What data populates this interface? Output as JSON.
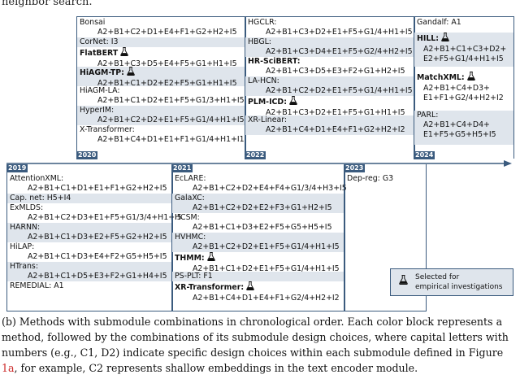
{
  "top_text": "neighbor search.",
  "axis_years": [
    "2019",
    "2020",
    "2021",
    "2022",
    "2023",
    "2024"
  ],
  "columns_top": [
    {
      "year": "2020",
      "methods": [
        {
          "name": "Bonsai",
          "combo": "A2+B1+C2+D1+E4+F1+G2+H2+I5",
          "bold": false,
          "flask": false
        },
        {
          "name": "CorNet: I3",
          "combo": "",
          "bold": false,
          "flask": false
        },
        {
          "name": "FlatBERT",
          "combo": "A2+B1+C3+D5+E4+F5+G1+H1+I5",
          "bold": true,
          "flask": true
        },
        {
          "name": "HiAGM-TP:",
          "combo": "A2+B1+C1+D2+E2+F5+G1+H1+I5",
          "bold": true,
          "flask": true
        },
        {
          "name": "HiAGM-LA:",
          "combo": "A2+B1+C1+D2+E1+F5+G1/3+H1+I5",
          "bold": false,
          "flask": false
        },
        {
          "name": "HyperIM:",
          "combo": "A2+B1+C2+D2+E1+F5+G1/4+H1+I5",
          "bold": false,
          "flask": false
        },
        {
          "name": "X-Transformer:",
          "combo": "A2+B1+C4+D1+E1+F1+G1/4+H1+I1",
          "bold": false,
          "flask": false
        }
      ]
    },
    {
      "year": "2022",
      "methods": [
        {
          "name": "HGCLR:",
          "combo": "A2+B1+C3+D2+E1+F5+G1/4+H1+I5",
          "bold": false,
          "flask": false
        },
        {
          "name": "HBGL:",
          "combo": "A2+B1+C3+D4+E1+F5+G2/4+H2+I5",
          "bold": false,
          "flask": false
        },
        {
          "name": "HR-SciBERT:",
          "combo": "A2+B1+C3+D5+E3+F2+G1+H2+I5",
          "bold": true,
          "flask": false
        },
        {
          "name": "LA-HCN:",
          "combo": "A2+B1+C2+D2+E1+F5+G1/4+H1+I5",
          "bold": false,
          "flask": false
        },
        {
          "name": "PLM-ICD:",
          "combo": "A2+B1+C3+D2+E1+F5+G1+H1+I5",
          "bold": true,
          "flask": true
        },
        {
          "name": "XR-Linear:",
          "combo": "A2+B1+C4+D1+E4+F1+G2+H2+I2",
          "bold": false,
          "flask": false
        }
      ]
    },
    {
      "year": "2024",
      "methods": [
        {
          "name": "Gandalf: A1",
          "combo": "",
          "bold": false,
          "flask": false
        },
        {
          "name": "HILL:",
          "combo": "A2+B1+C1+C3+D2+\nE2+F5+G1/4+H1+I5",
          "bold": true,
          "flask": true
        },
        {
          "name": "MatchXML:",
          "combo": "A2+B1+C4+D3+\nE1+F1+G2/4+H2+I2",
          "bold": true,
          "flask": true
        },
        {
          "name": "PARL:",
          "combo": "A2+B1+C4+D4+\nE1+F5+G5+H5+I5",
          "bold": false,
          "flask": false
        }
      ]
    }
  ],
  "columns_bottom": [
    {
      "year": "2019",
      "methods": [
        {
          "name": "AttentionXML:",
          "combo": "A2+B1+C1+D1+E1+F1+G2+H2+I5",
          "bold": false,
          "flask": false
        },
        {
          "name": "Cap. net: H5+I4",
          "combo": "",
          "bold": false,
          "flask": false
        },
        {
          "name": "ExMLDS:",
          "combo": "A2+B1+C2+D3+E1+F5+G1/3/4+H1+I5",
          "bold": false,
          "flask": false
        },
        {
          "name": "HARNN:",
          "combo": "A2+B1+C1+D3+E2+F5+G2+H2+I5",
          "bold": false,
          "flask": false
        },
        {
          "name": "HiLAP:",
          "combo": "A2+B1+C1+D3+E4+F2+G5+H5+I5",
          "bold": false,
          "flask": false
        },
        {
          "name": "HTrans:",
          "combo": "A2+B1+C1+D5+E3+F2+G1+H4+I5",
          "bold": false,
          "flask": false
        },
        {
          "name": "REMEDIAL: A1",
          "combo": "",
          "bold": false,
          "flask": false
        }
      ]
    },
    {
      "year": "2021",
      "methods": [
        {
          "name": "EcLARE:",
          "combo": "A2+B1+C2+D2+E4+F4+G1/3/4+H3+I5",
          "bold": false,
          "flask": false
        },
        {
          "name": "GalaXC:",
          "combo": "A2+B1+C2+D2+E2+F3+G1+H2+I5",
          "bold": false,
          "flask": false
        },
        {
          "name": "HCSM:",
          "combo": "A2+B1+C1+D3+E2+F5+G5+H5+I5",
          "bold": false,
          "flask": false
        },
        {
          "name": "HVHMC:",
          "combo": "A2+B1+C2+D2+E1+F5+G1/4+H1+I5",
          "bold": false,
          "flask": false
        },
        {
          "name": "THMM:",
          "combo": "A2+B1+C1+D2+E1+F5+G1/4+H1+I5",
          "bold": true,
          "flask": true
        },
        {
          "name": "PS-PLT: F1",
          "combo": "",
          "bold": false,
          "flask": false
        },
        {
          "name": "XR-Transformer:",
          "combo": "A2+B1+C4+D1+E4+F1+G2/4+H2+I2",
          "bold": true,
          "flask": true
        }
      ]
    },
    {
      "year": "2023",
      "methods": [
        {
          "name": "Dep-reg: G3",
          "combo": "",
          "bold": false,
          "flask": false
        }
      ]
    }
  ],
  "legend_text": "Selected for\nempirical investigations",
  "caption": {
    "before_link": "(b) Methods with submodule combinations in chronological order. Each color block represents a method, followed by the combinations of its submodule design choices, where capital letters with numbers (e.g., C1, D2) indicate specific design choices within each submodule defined in Figure ",
    "link": "1a",
    "after_link": ", for example, C2 represents shallow embeddings in the text encoder module."
  }
}
